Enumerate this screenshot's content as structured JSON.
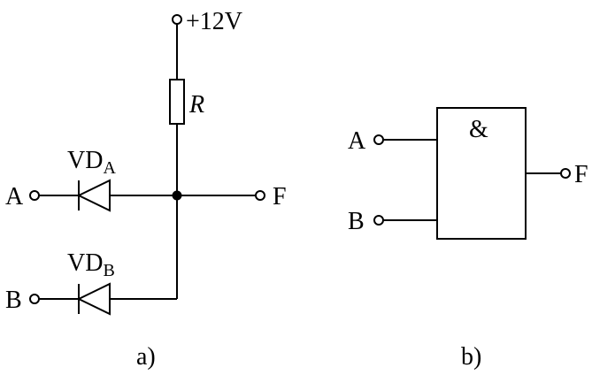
{
  "circuit_a": {
    "supply_label": "+12V",
    "resistor_label": "R",
    "diode_a": {
      "base": "VD",
      "sub": "A"
    },
    "diode_b": {
      "base": "VD",
      "sub": "B"
    },
    "input_a": "A",
    "input_b": "B",
    "output": "F",
    "caption": "a)"
  },
  "circuit_b": {
    "gate_symbol": "&",
    "input_a": "A",
    "input_b": "B",
    "output": "F",
    "caption": "b)"
  }
}
